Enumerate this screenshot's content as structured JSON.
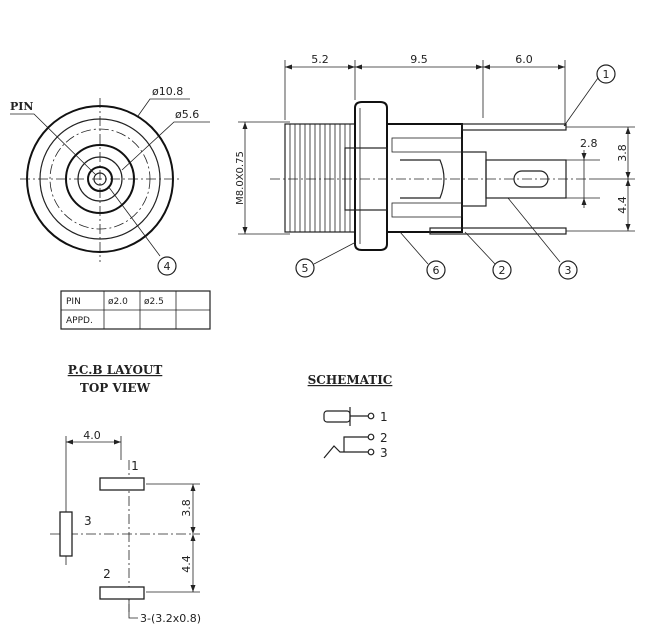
{
  "front_view": {
    "pin_label": "PIN",
    "dia_outer": "ø10.8",
    "dia_inner": "ø5.6",
    "balloon_4": "4"
  },
  "pin_table": {
    "row1": [
      "PIN",
      "ø2.0",
      "ø2.5",
      ""
    ],
    "row2": [
      "APPD.",
      "",
      "",
      ""
    ]
  },
  "side_view": {
    "dim_top_1": "5.2",
    "dim_top_2": "9.5",
    "dim_top_3": "6.0",
    "dim_right_1": "3.8",
    "dim_right_2": "4.4",
    "dim_pin": "2.8",
    "dim_thread": "M8.0X0.75",
    "balloon_1": "1",
    "balloon_2": "2",
    "balloon_3": "3",
    "balloon_5": "5",
    "balloon_6": "6"
  },
  "pcb_layout": {
    "title": "P.C.B LAYOUT",
    "subtitle": "TOP VIEW",
    "dim_width": "4.0",
    "dim_v1": "3.8",
    "dim_v2": "4.4",
    "pad_1": "1",
    "pad_2": "2",
    "pad_3": "3",
    "pad_note": "3-(3.2x0.8)"
  },
  "schematic": {
    "title": "SCHEMATIC",
    "pin1": "1",
    "pin2": "2",
    "pin3": "3"
  }
}
